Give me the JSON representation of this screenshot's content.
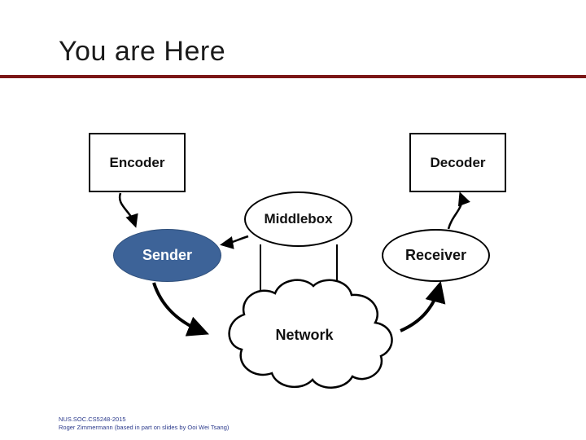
{
  "slide": {
    "title": "You are Here",
    "accent_color": "#7b1616",
    "background": "#ffffff"
  },
  "diagram": {
    "nodes": [
      {
        "id": "encoder",
        "label": "Encoder",
        "shape": "rectangle",
        "fill": "#ffffff",
        "stroke": "#000000",
        "text_color": "#111111"
      },
      {
        "id": "decoder",
        "label": "Decoder",
        "shape": "rectangle",
        "fill": "#ffffff",
        "stroke": "#000000",
        "text_color": "#111111"
      },
      {
        "id": "sender",
        "label": "Sender",
        "shape": "ellipse",
        "fill": "#3d6398",
        "stroke": "#2f4f7a",
        "text_color": "#ffffff"
      },
      {
        "id": "receiver",
        "label": "Receiver",
        "shape": "ellipse",
        "fill": "#ffffff",
        "stroke": "#000000",
        "text_color": "#111111"
      },
      {
        "id": "middlebox",
        "label": "Middlebox",
        "shape": "ellipse",
        "fill": "#ffffff",
        "stroke": "#000000",
        "text_color": "#111111"
      },
      {
        "id": "network",
        "label": "Network",
        "shape": "cloud",
        "fill": "#ffffff",
        "stroke": "#000000",
        "text_color": "#111111"
      }
    ],
    "edges": [
      {
        "from": "encoder",
        "to": "sender",
        "style": "curved-arrow"
      },
      {
        "from": "sender",
        "to": "network",
        "style": "curved-arrow"
      },
      {
        "from": "network",
        "to": "receiver",
        "style": "curved-arrow"
      },
      {
        "from": "receiver",
        "to": "decoder",
        "style": "curved-arrow"
      },
      {
        "from": "network",
        "to": "middlebox",
        "style": "line"
      },
      {
        "from": "middlebox",
        "to": "sender",
        "style": "curved-arrow"
      }
    ]
  },
  "footer": {
    "line1": "NUS.SOC.CS5248-2015",
    "line2": "Roger Zimmermann (based in part on slides by Ooi Wei Tsang)"
  }
}
